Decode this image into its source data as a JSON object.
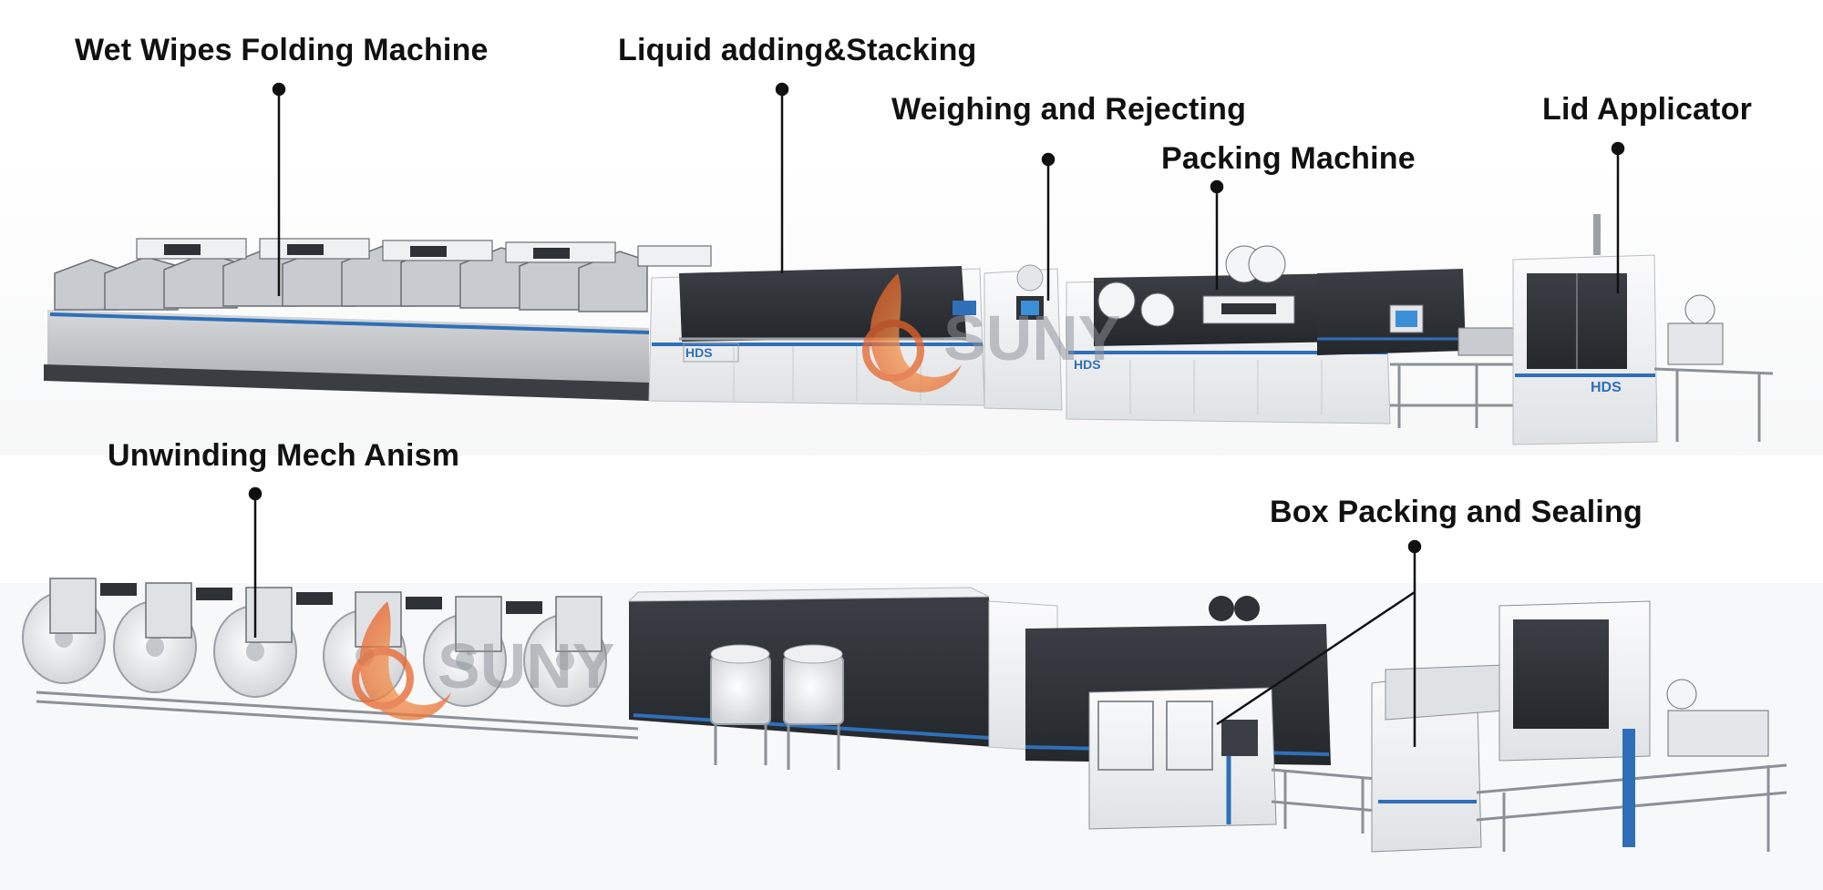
{
  "labels": {
    "wet_wipes_folding": "Wet Wipes Folding Machine",
    "liquid_adding": "Liquid adding&Stacking",
    "weighing": "Weighing and Rejecting",
    "packing_machine": "Packing Machine",
    "lid_applicator": "Lid Applicator",
    "unwinding": "Unwinding Mech Anism",
    "box_packing": "Box Packing and Sealing"
  },
  "brand": {
    "panel_label": "HDS",
    "watermark": "SUNY"
  },
  "colors": {
    "machine_white": "#eef0f2",
    "machine_dark": "#2e3136",
    "accent_blue": "#2f6fb8",
    "leader_line": "#111111",
    "watermark_orange": "#e8642a"
  }
}
